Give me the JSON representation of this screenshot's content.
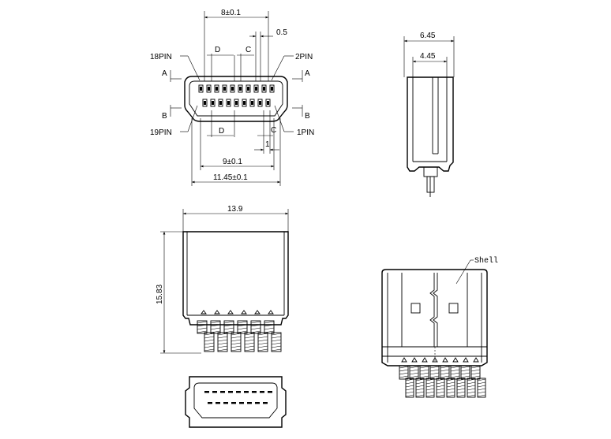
{
  "front_view": {
    "dim_pitch_top": "8±0.1",
    "dim_pin_offset": "0.5",
    "label_18pin": "18PIN",
    "label_2pin": "2PIN",
    "label_19pin": "19PIN",
    "label_1pin": "1PIN",
    "label_D_top": "D",
    "label_C_top": "C",
    "label_D_bottom": "D",
    "label_C_bottom": "C",
    "section_A_left": "A",
    "section_A_right": "A",
    "section_B_left": "B",
    "section_B_right": "B",
    "dim_one": "1",
    "dim_pitch_bottom": "9±0.1",
    "dim_width": "11.45±0.1"
  },
  "side_view": {
    "dim_outer": "6.45",
    "dim_inner": "4.45"
  },
  "top_view": {
    "dim_width": "13.9",
    "dim_height": "15.83"
  },
  "rear_view": {
    "label_shell": "Shell"
  }
}
